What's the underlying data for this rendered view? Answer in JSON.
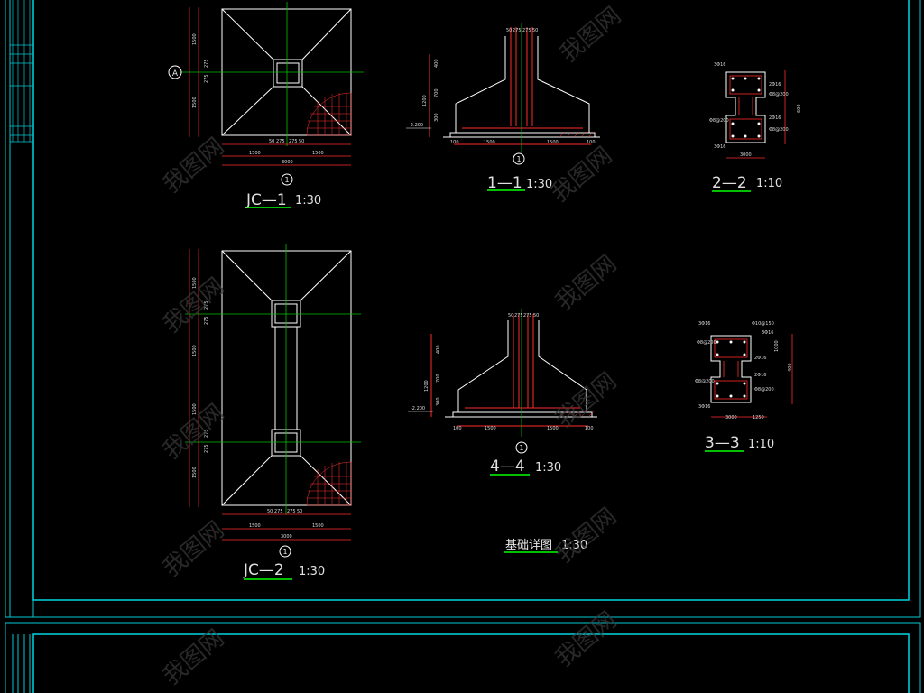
{
  "drawing": {
    "sheet_title": "基础详图",
    "sheet_scale": "1:30",
    "colors": {
      "background": "#000000",
      "frame": "#00c8d2",
      "outline": "#ffffff",
      "dimension": "#ff2a2a",
      "axis": "#00c000",
      "hatch": "#ff3030",
      "underline": "#00ff00"
    },
    "axis_bubble": "A",
    "section_marker": "1",
    "details": [
      {
        "key": "jc1",
        "label": "JC—1",
        "scale": "1:30"
      },
      {
        "key": "jc2",
        "label": "JC—2",
        "scale": "1:30"
      },
      {
        "key": "s11",
        "label": "1—1",
        "scale": "1:30"
      },
      {
        "key": "s22",
        "label": "2—2",
        "scale": "1:10"
      },
      {
        "key": "s33",
        "label": "3—3",
        "scale": "1:10"
      },
      {
        "key": "s44",
        "label": "4—4",
        "scale": "1:30"
      }
    ],
    "dims": {
      "jc1_bottom": [
        "50",
        "275",
        "275",
        "50"
      ],
      "jc1_half": [
        "1500",
        "1500"
      ],
      "jc1_total": "3000",
      "jc1_left": [
        "1500",
        "275",
        "275",
        "1500"
      ],
      "jc2_bottom": [
        "50",
        "275",
        "275",
        "50"
      ],
      "jc2_half": [
        "1500",
        "1500"
      ],
      "jc2_total": "3000",
      "jc2_left": [
        "1500",
        "275",
        "275",
        "1500",
        "1500",
        "275",
        "275",
        "1500"
      ],
      "sec_top": [
        "50",
        "275",
        "275",
        "50"
      ],
      "sec_left": [
        "400",
        "700",
        "1200",
        "300"
      ],
      "sec_base": [
        "100",
        "1500",
        "1500",
        "100"
      ],
      "elev": "-2.200",
      "bars_22": [
        "3Φ16",
        "2Φ16",
        "Φ8@200",
        "3Φ16"
      ],
      "dim_22_bottom": "3000",
      "dim_22_right": "600",
      "bars_33": [
        "3Φ16",
        "Φ10@150",
        "3Φ16",
        "2Φ16",
        "Φ8@200"
      ],
      "dim_33_bottom": [
        "3000",
        "1250"
      ],
      "dim_33_right": [
        "1000",
        "400"
      ]
    },
    "watermark": "我图网"
  }
}
